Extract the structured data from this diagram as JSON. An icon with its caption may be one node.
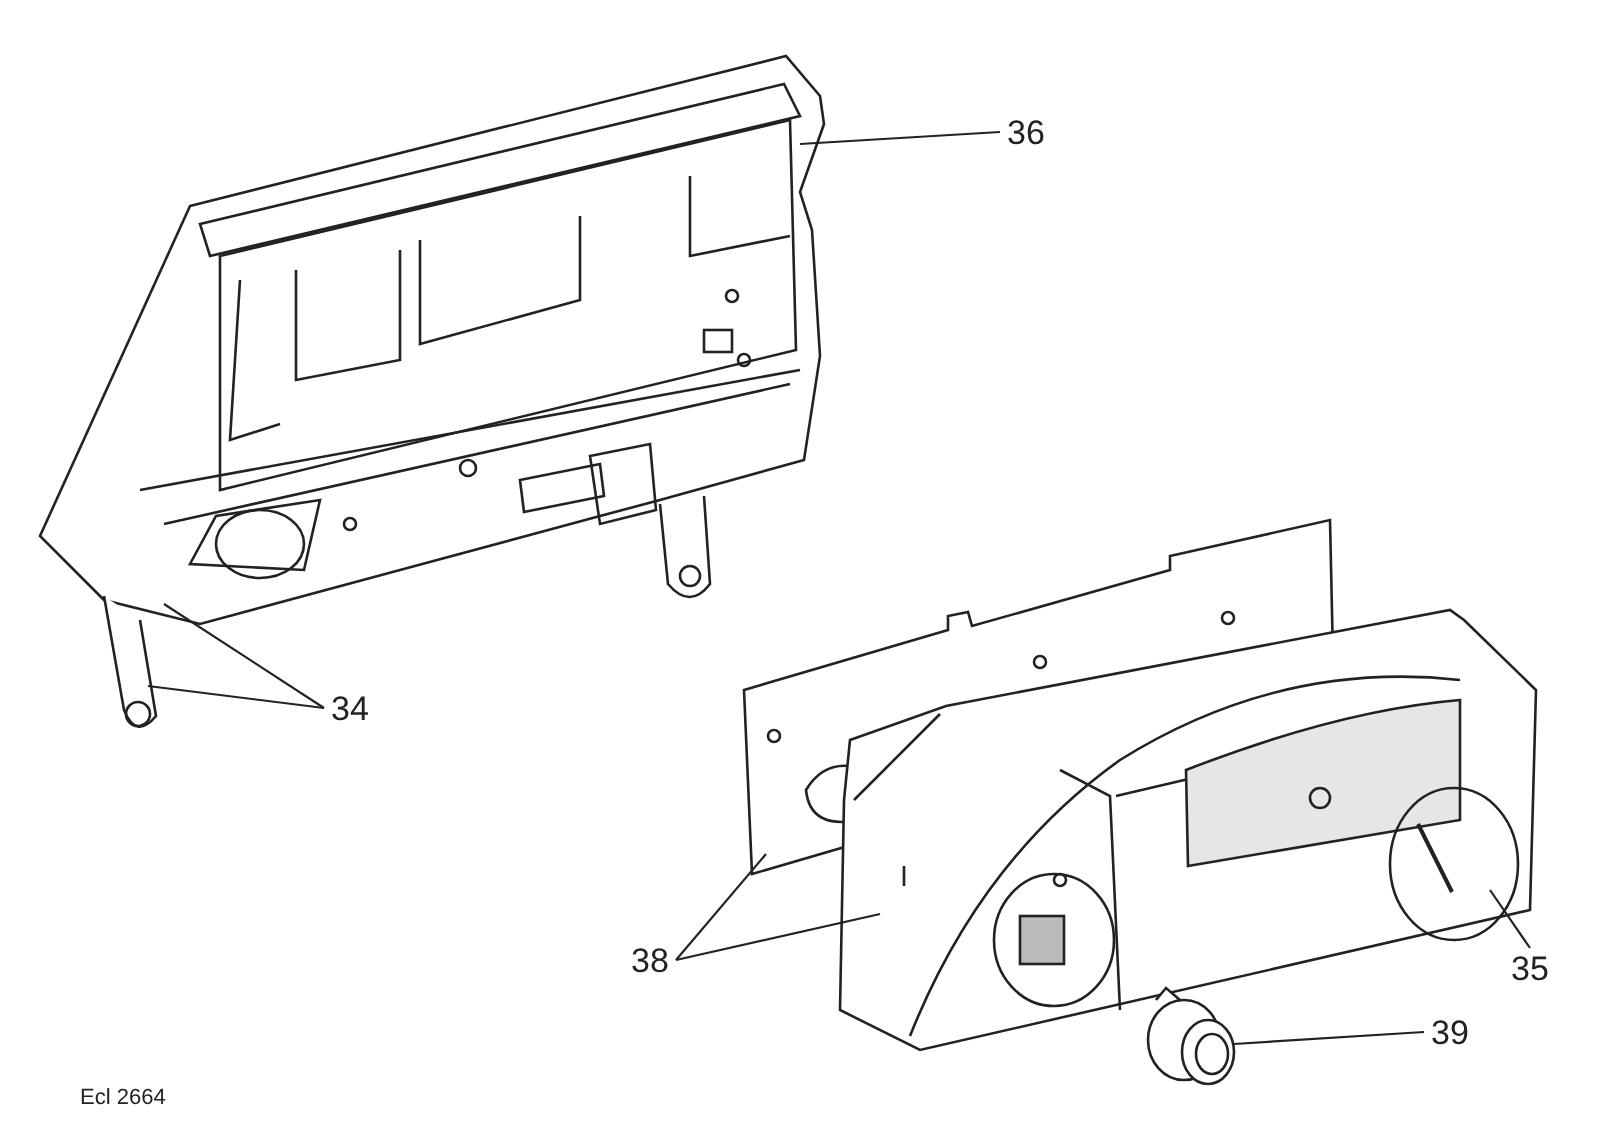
{
  "diagram": {
    "nodes": [
      {
        "text": [
          "36"
        ]
      },
      {
        "text": [
          "34"
        ]
      },
      {
        "text": [
          "38"
        ]
      },
      {
        "text": [
          "35"
        ]
      },
      {
        "text": [
          "39"
        ]
      },
      {
        "text": [],
        "shape": "circle"
      }
    ],
    "edges": [
      {
        "from": 0,
        "to": null,
        "arrow": "none"
      },
      {
        "from": 1,
        "to": null,
        "arrow": "none"
      },
      {
        "from": 1,
        "to": null,
        "arrow": "none"
      },
      {
        "from": 2,
        "to": null,
        "arrow": "none"
      },
      {
        "from": 2,
        "to": null,
        "arrow": "none"
      },
      {
        "from": 3,
        "to": null,
        "arrow": "none"
      },
      {
        "from": 4,
        "to": 5,
        "arrow": "none"
      }
    ],
    "labels": [
      "Ecl 2664"
    ]
  }
}
